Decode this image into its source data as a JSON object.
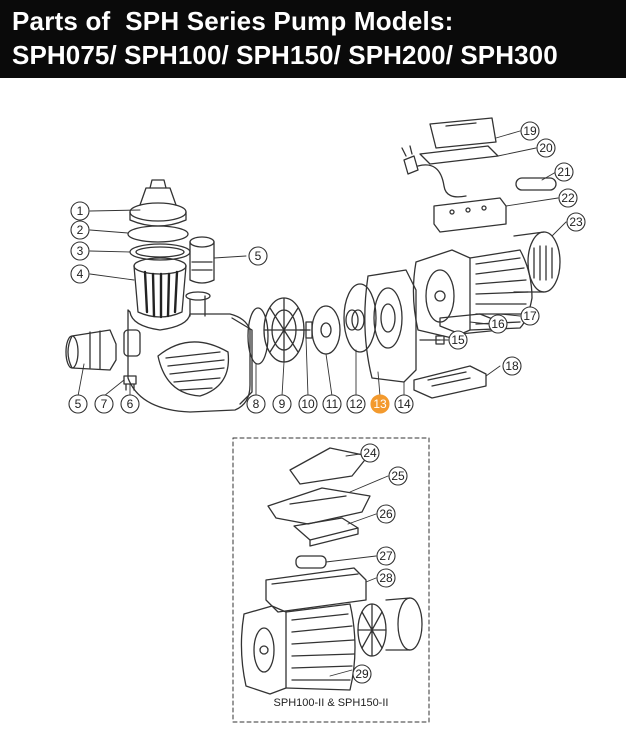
{
  "header": {
    "line1": "Parts of  SPH Series Pump Models:",
    "line2": "SPH075/ SPH100/ SPH150/ SPH200/ SPH300"
  },
  "callouts": [
    "1",
    "2",
    "3",
    "4",
    "5",
    "5",
    "6",
    "7",
    "8",
    "9",
    "10",
    "11",
    "12",
    "13",
    "14",
    "15",
    "16",
    "17",
    "18",
    "19",
    "20",
    "21",
    "22",
    "23",
    "24",
    "25",
    "26",
    "27",
    "28",
    "29"
  ],
  "highlight": {
    "label": "13",
    "color": "#f39a2e"
  },
  "inset": {
    "caption": "SPH100-II & SPH150-II"
  },
  "colors": {
    "line": "#333333",
    "header_bg": "#0a0a0a",
    "header_text": "#ffffff"
  }
}
